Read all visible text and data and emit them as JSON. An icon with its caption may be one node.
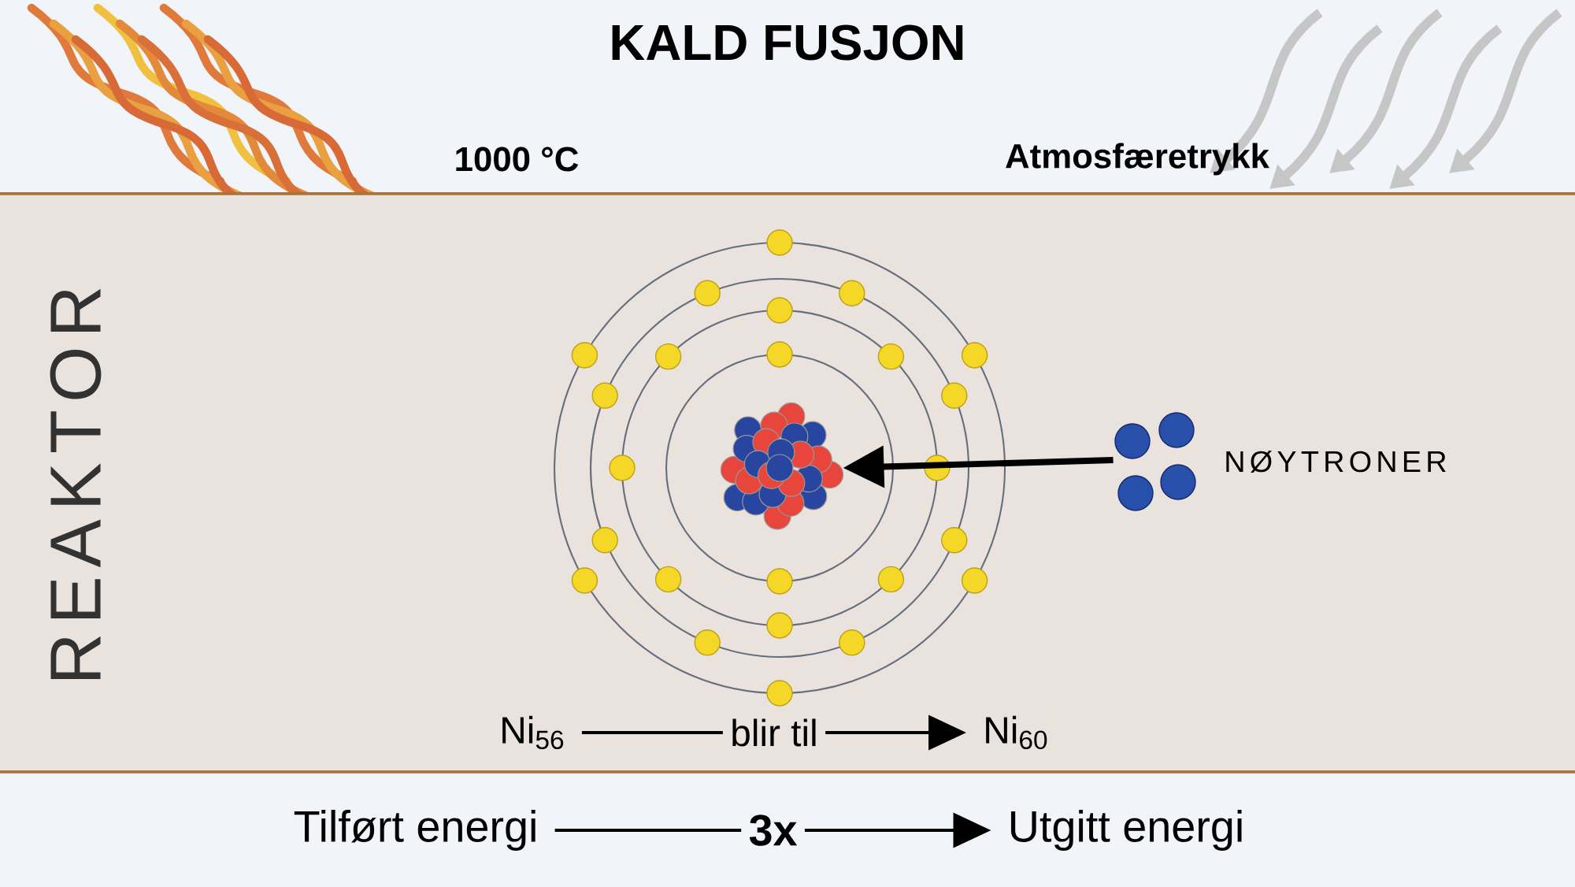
{
  "diagram": {
    "title": "KALD FUSJON",
    "nodes": [
      {
        "text": [
          "REAKTOR"
        ]
      },
      {
        "text": [],
        "shape": "picture",
        "in": 0
      },
      {
        "text": [],
        "shape": "picture",
        "beside": [
          "NØYTRONER"
        ],
        "in": 0
      },
      {
        "text": [
          "Ni$_{56}$"
        ],
        "in": 0
      },
      {
        "text": [
          "Ni$_{60}$"
        ],
        "in": 0
      },
      {
        "text": [
          "Tilført energi"
        ]
      },
      {
        "text": [
          "Utgitt energi"
        ]
      }
    ],
    "edges": [
      {
        "from": 2,
        "to": 1,
        "arrow": "to",
        "style": "thick"
      },
      {
        "from": 3,
        "to": 4,
        "arrow": "to",
        "label": "blir til"
      },
      {
        "from": 5,
        "to": 6,
        "arrow": "to",
        "label": "3x"
      }
    ],
    "labels": [
      "1000 °C",
      "Atmosfæretrykk"
    ]
  }
}
